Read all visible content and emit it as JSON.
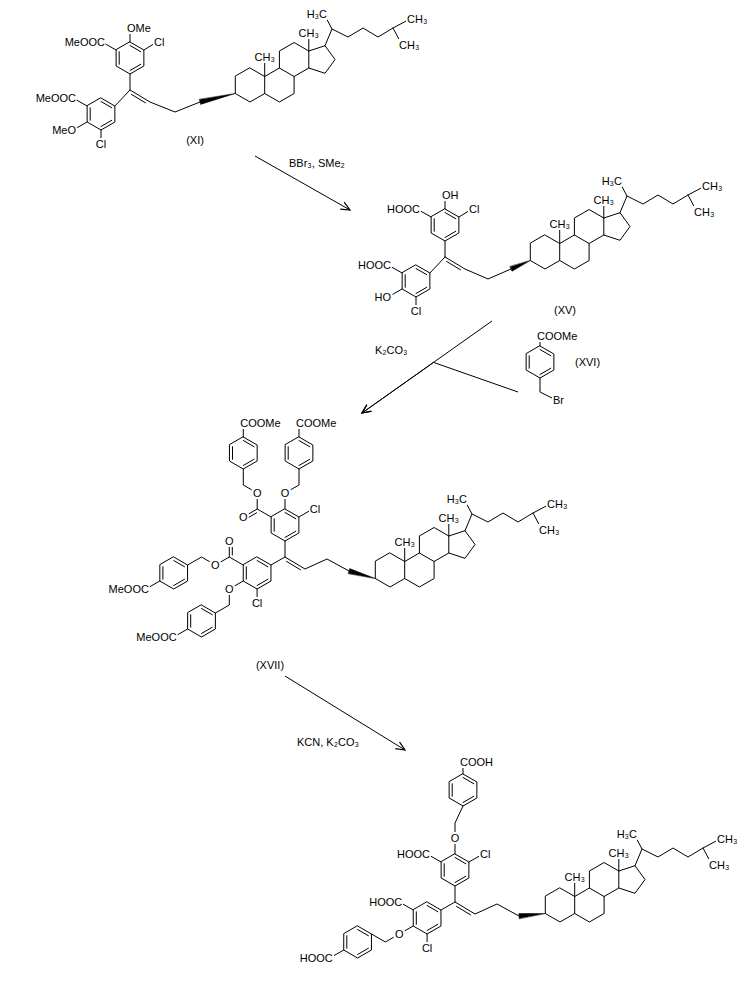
{
  "diagram": {
    "nodes": [
      {
        "text": [
          "MeOOC",
          "OMe",
          "Cl",
          "MeOOC",
          "MeO",
          "Cl",
          "CH₃",
          "CH₃",
          "H₃C",
          "CH₃",
          "CH₃",
          "(XI)"
        ]
      },
      {
        "text": [
          "HOOC",
          "OH",
          "Cl",
          "HOOC",
          "HO",
          "Cl",
          "CH₃",
          "CH₃",
          "H₃C",
          "CH₃",
          "CH₃",
          "(XV)"
        ]
      },
      {
        "text": [
          "COOMe",
          "Br",
          "(XVI)"
        ]
      },
      {
        "text": [
          "COOMe",
          "COOMe",
          "O",
          "O",
          "O",
          "Cl",
          "O",
          "O",
          "MeOOC",
          "O",
          "MeOOC",
          "Cl",
          "CH₃",
          "CH₃",
          "H₃C",
          "CH₃",
          "CH₃",
          "(XVII)"
        ]
      },
      {
        "text": [
          "COOH",
          "O",
          "HOOC",
          "Cl",
          "HOOC",
          "O",
          "HOOC",
          "Cl",
          "CH₃",
          "CH₃",
          "H₃C",
          "CH₃",
          "CH₃"
        ]
      }
    ],
    "edges": [
      {
        "from": 0,
        "to": 1,
        "arrow": "to",
        "label": "BBr₃, SMe₂"
      },
      {
        "from": 1,
        "to": 3,
        "arrow": "to",
        "label": "K₂CO₃"
      },
      {
        "from": 2,
        "to": 3,
        "arrow": "to"
      },
      {
        "from": 3,
        "to": 4,
        "arrow": "to",
        "label": "KCN, K₂CO₃"
      }
    ]
  }
}
